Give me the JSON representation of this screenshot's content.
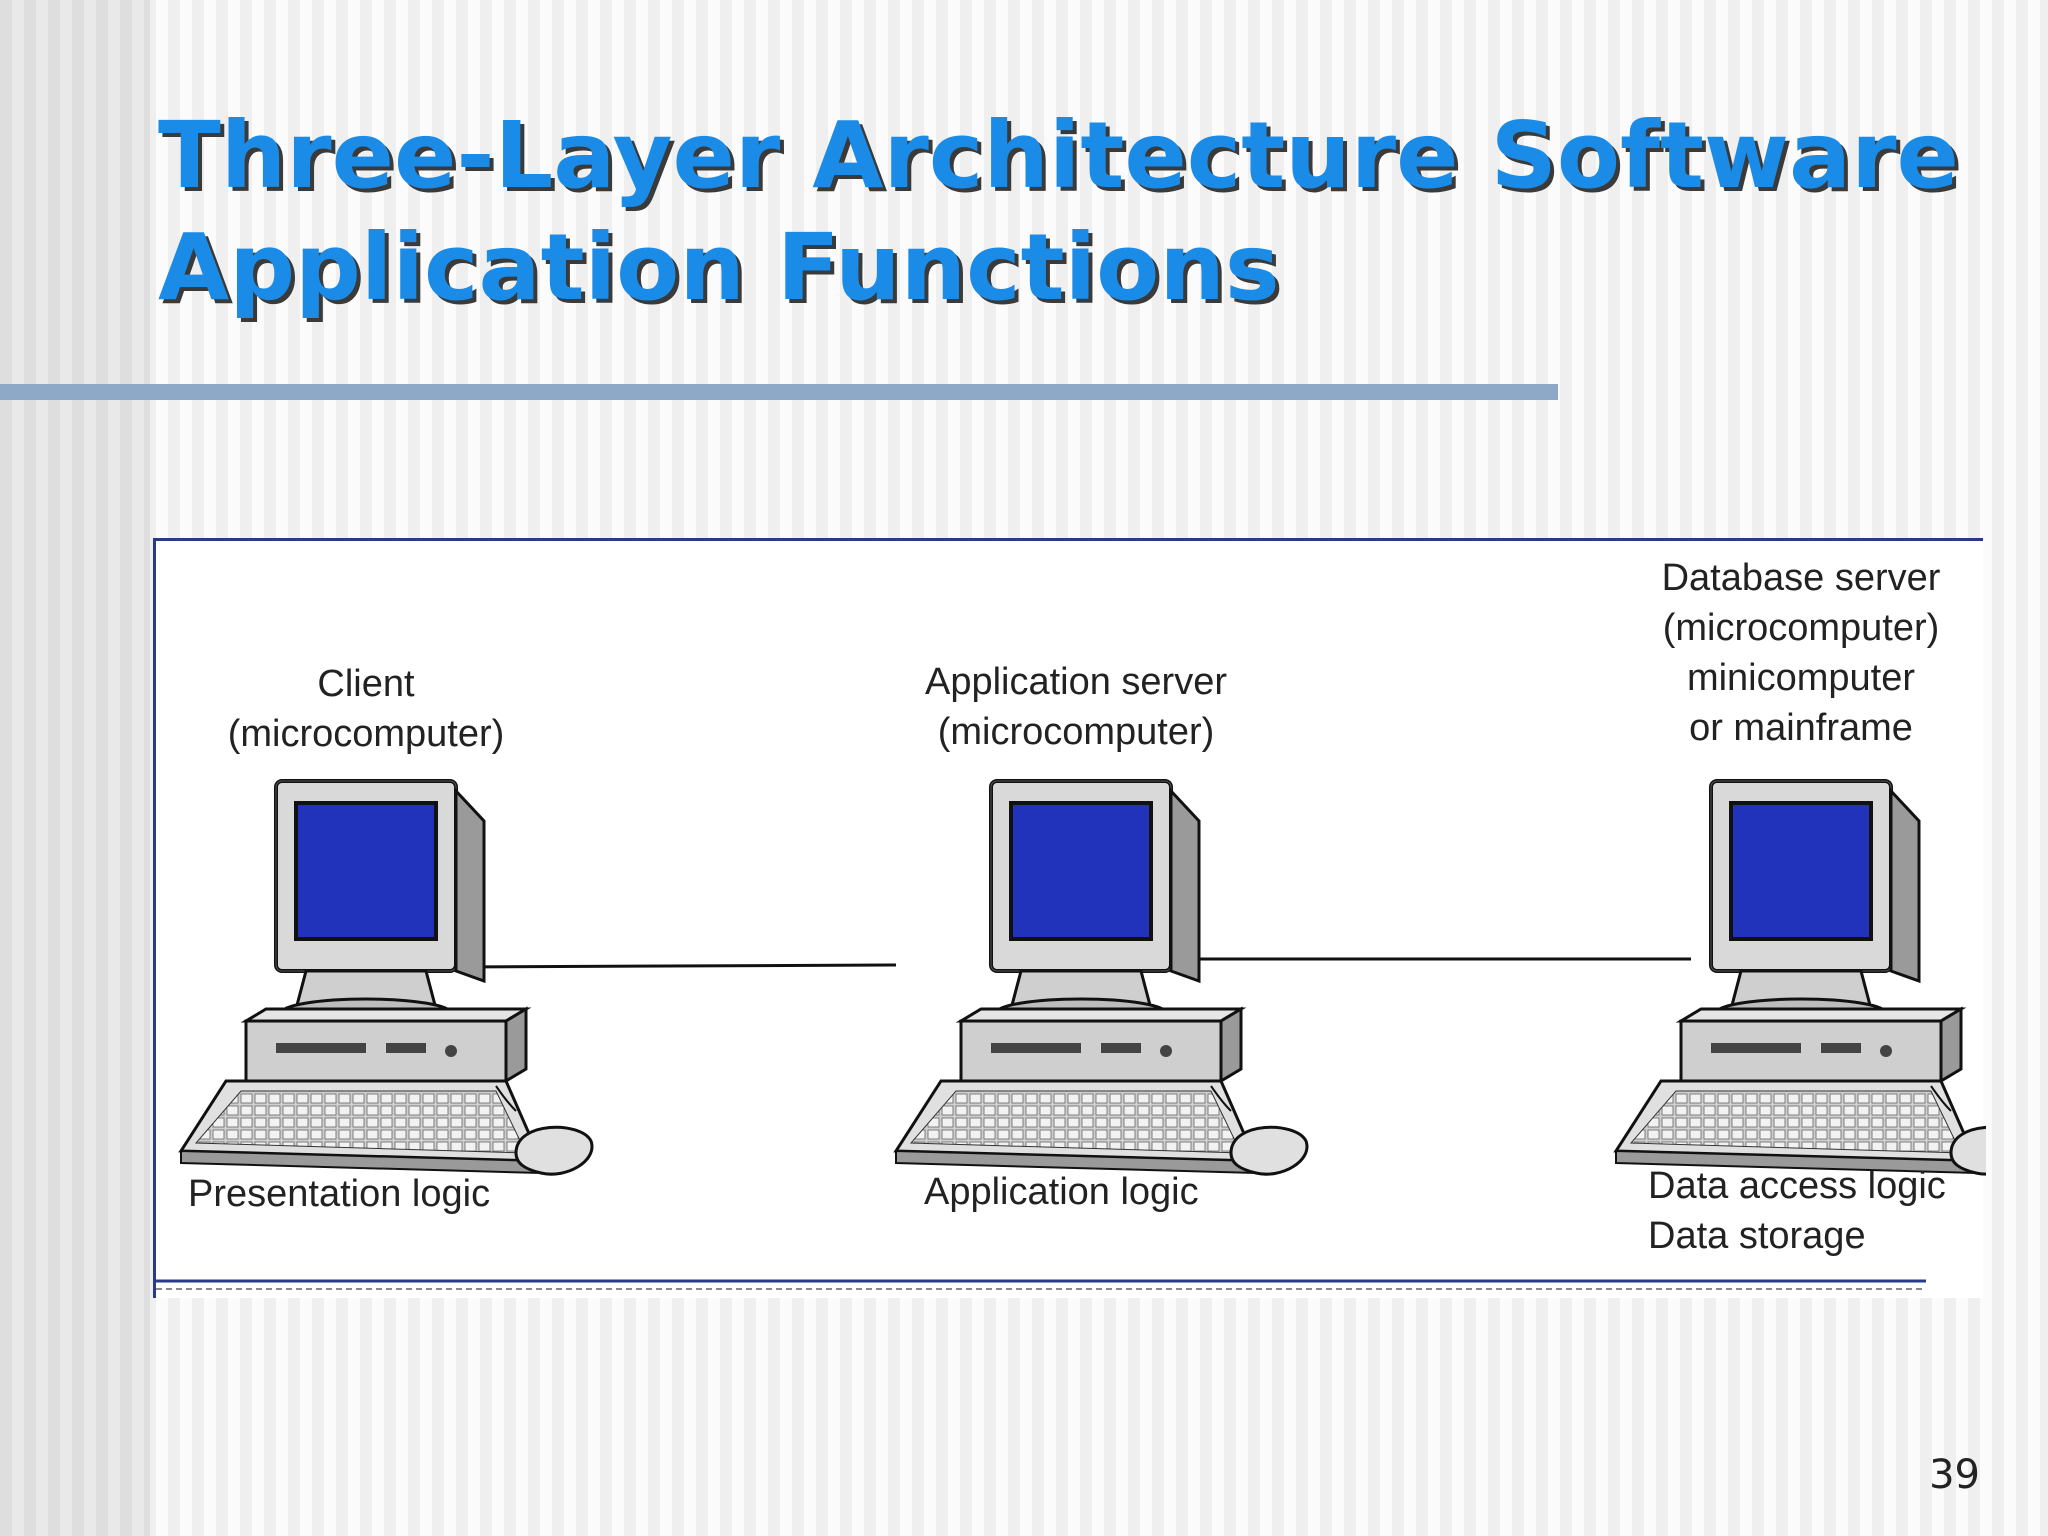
{
  "slide": {
    "title_line1": "Three-Layer Architecture Software",
    "title_line2": "Application Functions",
    "page_number": "39"
  },
  "diagram": {
    "client": {
      "name": "Client",
      "type": "(microcomputer)",
      "function": "Presentation logic"
    },
    "app_server": {
      "name": "Application server",
      "type": "(microcomputer)",
      "function": "Application logic"
    },
    "db_server": {
      "name": "Database server",
      "type1": "(microcomputer)",
      "type2": "minicomputer",
      "type3": "or mainframe",
      "function1": "Data access logic",
      "function2": "Data storage"
    },
    "colors": {
      "screen": "#2233bb",
      "title": "#1a8ce8"
    }
  }
}
